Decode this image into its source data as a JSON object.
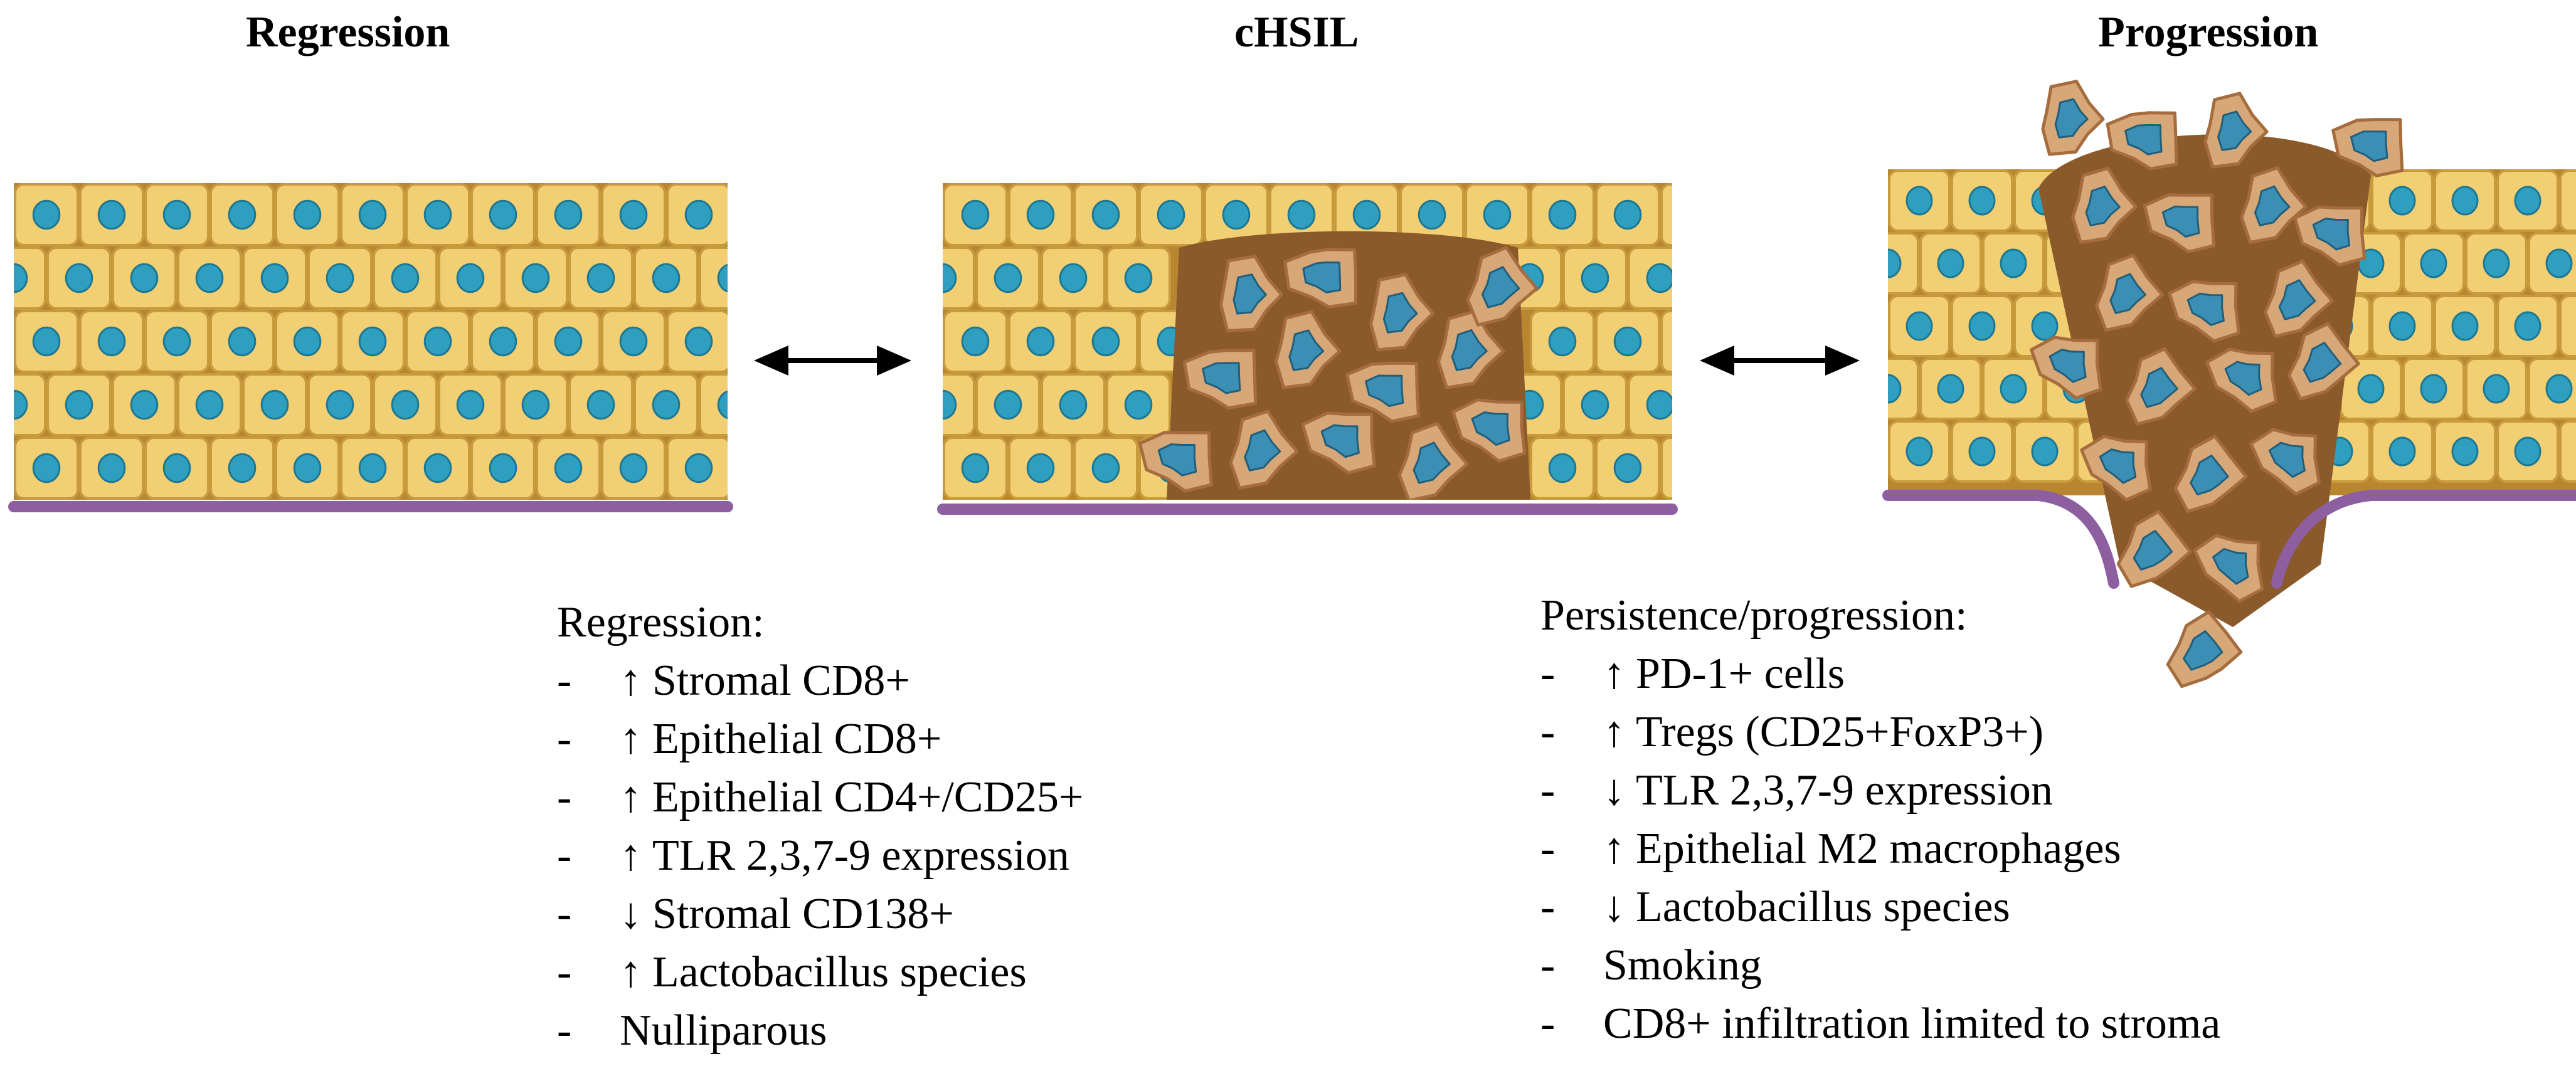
{
  "headings": {
    "regression": "Regression",
    "chsil": "cHSIL",
    "progression": "Progression"
  },
  "regression_factors": {
    "title": "Regression:",
    "dash": "-",
    "items": [
      {
        "arrow": "↑",
        "text": "Stromal CD8+"
      },
      {
        "arrow": "↑",
        "text": "Epithelial CD8+"
      },
      {
        "arrow": "↑",
        "text": "Epithelial CD4+/CD25+"
      },
      {
        "arrow": "↑",
        "text": "TLR 2,3,7-9 expression"
      },
      {
        "arrow": "↓",
        "text": "Stromal CD138+"
      },
      {
        "arrow": "↑",
        "text": "Lactobacillus species"
      },
      {
        "arrow": "",
        "text": "Nulliparous"
      }
    ]
  },
  "progression_factors": {
    "title": "Persistence/progression:",
    "dash": "-",
    "items": [
      {
        "arrow": "↑",
        "text": "PD-1+ cells"
      },
      {
        "arrow": "↑",
        "text": "Tregs (CD25+FoxP3+)"
      },
      {
        "arrow": "↓",
        "text": "TLR 2,3,7-9 expression"
      },
      {
        "arrow": "↑",
        "text": "Epithelial M2 macrophages"
      },
      {
        "arrow": "↓",
        "text": "Lactobacillus species"
      },
      {
        "arrow": "",
        "text": "Smoking"
      },
      {
        "arrow": "",
        "text": "CD8+ infiltration limited to stroma"
      }
    ]
  },
  "colors": {
    "cell_fill": "#f3cf73",
    "cell_border": "#c79a3c",
    "nucleus": "#2f9fc0",
    "nucleus_stroke": "#1d7894",
    "abnormal_cell": "#d7a778",
    "abnormal_border": "#a56c3d",
    "abnormal_nucleus": "#3b8fb4",
    "stroma": "#8a5a2b",
    "basement_membrane": "#8d5fa0",
    "arrow": "#000000"
  }
}
